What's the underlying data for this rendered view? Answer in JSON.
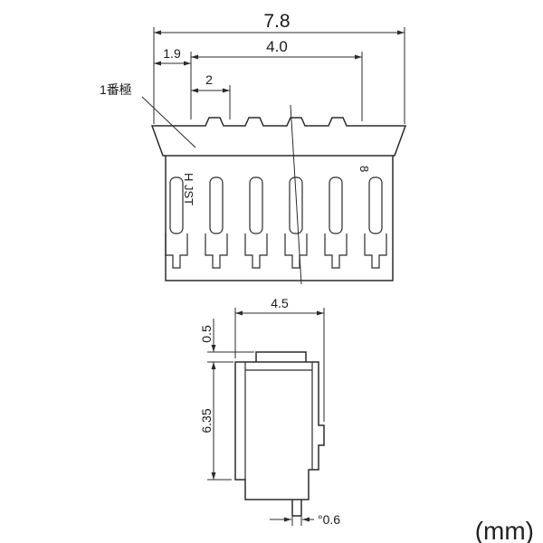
{
  "front": {
    "dim_overall": "7.8",
    "dim_inner": "4.0",
    "dim_offset": "1.9",
    "dim_pitch": "2",
    "pin1_label": "1番極",
    "marking": "H JST",
    "count_marking": "8"
  },
  "side": {
    "dim_width": "4.5",
    "dim_boss": "0.5",
    "dim_height": "6.35",
    "dim_tail": "°0.6"
  },
  "units_label": "(mm)"
}
